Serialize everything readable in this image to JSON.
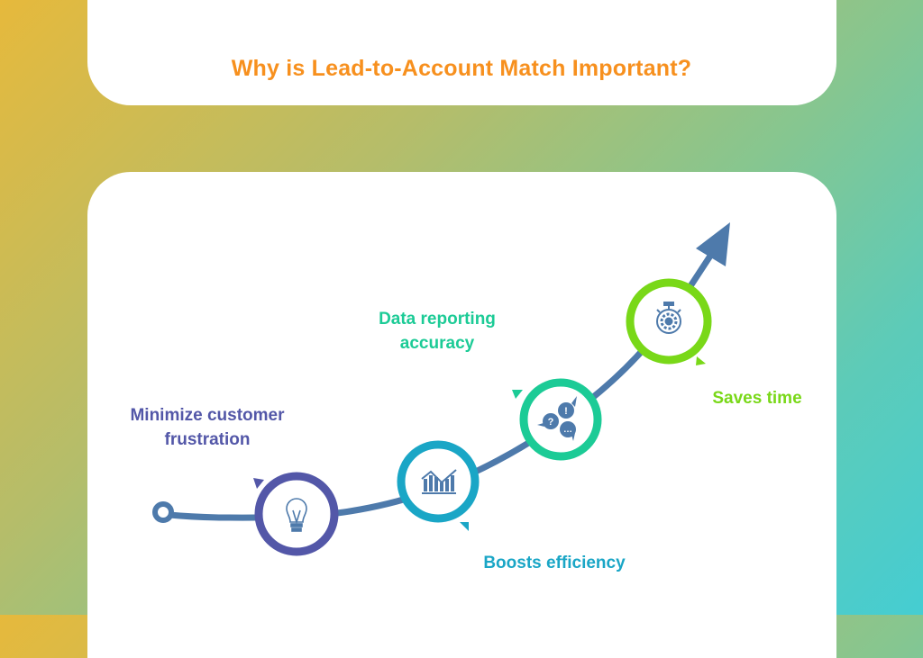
{
  "header": {
    "title": "Why is Lead-to-Account Match Important?"
  },
  "colors": {
    "title": "#f7901e",
    "path": "#4e7aab",
    "step1": "#5357a8",
    "step2": "#1aa6c6",
    "step3": "#1ccb96",
    "step4": "#79d818"
  },
  "steps": [
    {
      "label": "Minimize customer frustration",
      "icon": "lightbulb-icon",
      "color": "#5357a8"
    },
    {
      "label": "Boosts efficiency",
      "icon": "bar-chart-trend-icon",
      "color": "#1aa6c6"
    },
    {
      "label": "Data reporting accuracy",
      "icon": "speech-bubbles-icon",
      "color": "#1ccb96"
    },
    {
      "label": "Saves time",
      "icon": "stopwatch-gear-icon",
      "color": "#79d818"
    }
  ]
}
